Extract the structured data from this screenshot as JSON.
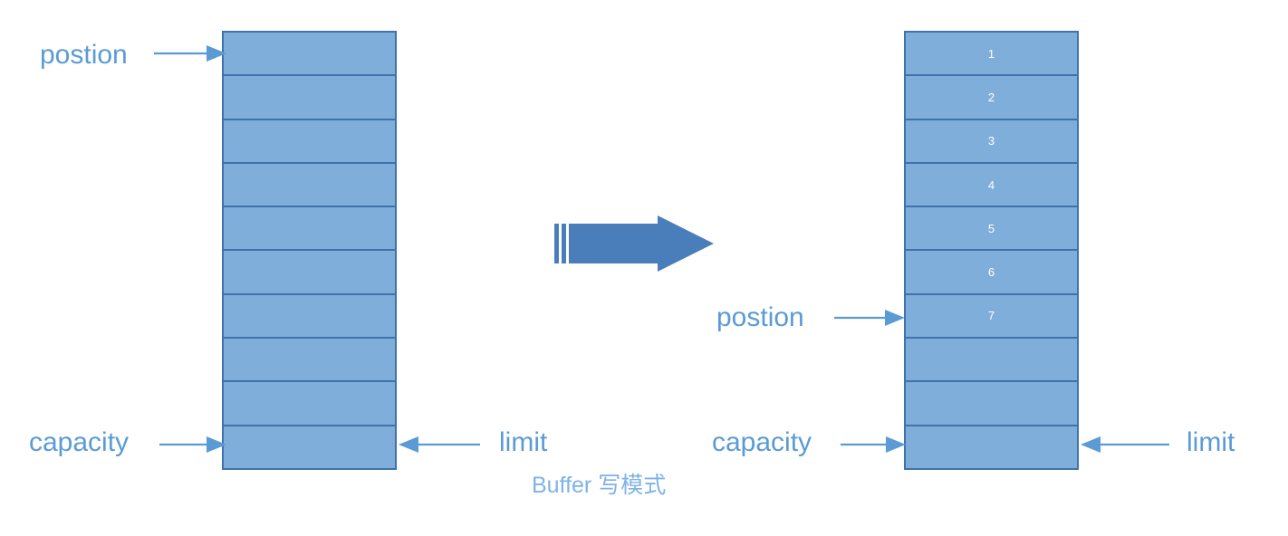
{
  "diagram": {
    "title_caption": "Buffer 写模式",
    "colors": {
      "cell_fill": "#7FAEDB",
      "cell_border": "#3E72AB",
      "label_text": "#5B9BD5",
      "caption_text": "#7FB3E5",
      "arrow_fill": "#4A7EBB",
      "cell_number_text": "#FFFFFF"
    },
    "left_buffer": {
      "name": "empty-write-buffer",
      "cell_count": 10,
      "cells": [
        "",
        "",
        "",
        "",
        "",
        "",
        "",
        "",
        "",
        ""
      ],
      "labels": {
        "position": "postion",
        "capacity": "capacity",
        "limit": "limit"
      }
    },
    "right_buffer": {
      "name": "partially-written-buffer",
      "cell_count": 10,
      "cells": [
        "1",
        "2",
        "3",
        "4",
        "5",
        "6",
        "7",
        "",
        "",
        ""
      ],
      "labels": {
        "position": "postion",
        "capacity": "capacity",
        "limit": "limit"
      }
    },
    "transition": {
      "icon": "right-block-arrow-icon"
    }
  }
}
